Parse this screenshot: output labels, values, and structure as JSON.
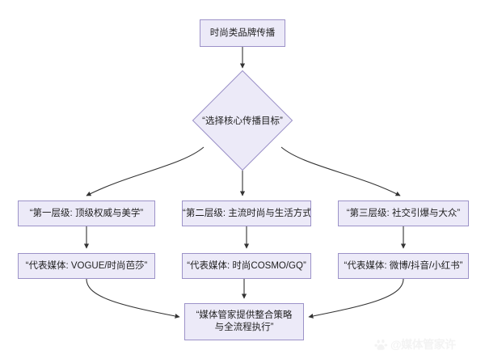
{
  "diagram": {
    "type": "flowchart",
    "direction": "top-down",
    "theme": {
      "node_fill": "#ECEAF8",
      "node_border": "#9C92C8",
      "edge_color": "#333333",
      "text_color": "#1f1f1f",
      "background": "#ffffff"
    },
    "nodes": {
      "start": {
        "label": "时尚类品牌传播",
        "shape": "rectangle"
      },
      "decision": {
        "label": "“选择核心传播目标”",
        "shape": "diamond"
      },
      "tier1": {
        "label": "“第一层级: 顶级权威与美学”",
        "shape": "rectangle"
      },
      "tier2": {
        "label": "“第二层级: 主流时尚与生活方式”",
        "shape": "rectangle"
      },
      "tier3": {
        "label": "“第三层级: 社交引爆与大众”",
        "shape": "rectangle"
      },
      "media1": {
        "label": "“代表媒体: VOGUE/时尚芭莎”",
        "shape": "rectangle"
      },
      "media2": {
        "label": "“代表媒体: 时尚COSMO/GQ”",
        "shape": "rectangle"
      },
      "media3": {
        "label": "“代表媒体: 微博/抖音/小红书”",
        "shape": "rectangle"
      },
      "end": {
        "line1": "“媒体管家提供整合策略",
        "line2": "与全流程执行”",
        "shape": "rectangle"
      }
    },
    "edges": [
      {
        "from": "start",
        "to": "decision",
        "style": "straight"
      },
      {
        "from": "decision",
        "to": "tier1",
        "style": "curved"
      },
      {
        "from": "decision",
        "to": "tier2",
        "style": "straight"
      },
      {
        "from": "decision",
        "to": "tier3",
        "style": "curved"
      },
      {
        "from": "tier1",
        "to": "media1",
        "style": "straight"
      },
      {
        "from": "tier2",
        "to": "media2",
        "style": "straight"
      },
      {
        "from": "tier3",
        "to": "media3",
        "style": "straight"
      },
      {
        "from": "media1",
        "to": "end",
        "style": "curved"
      },
      {
        "from": "media2",
        "to": "end",
        "style": "straight"
      },
      {
        "from": "media3",
        "to": "end",
        "style": "curved"
      }
    ]
  },
  "watermark": {
    "logo": "baidu-paw-icon",
    "text": "@媒体管家许"
  }
}
